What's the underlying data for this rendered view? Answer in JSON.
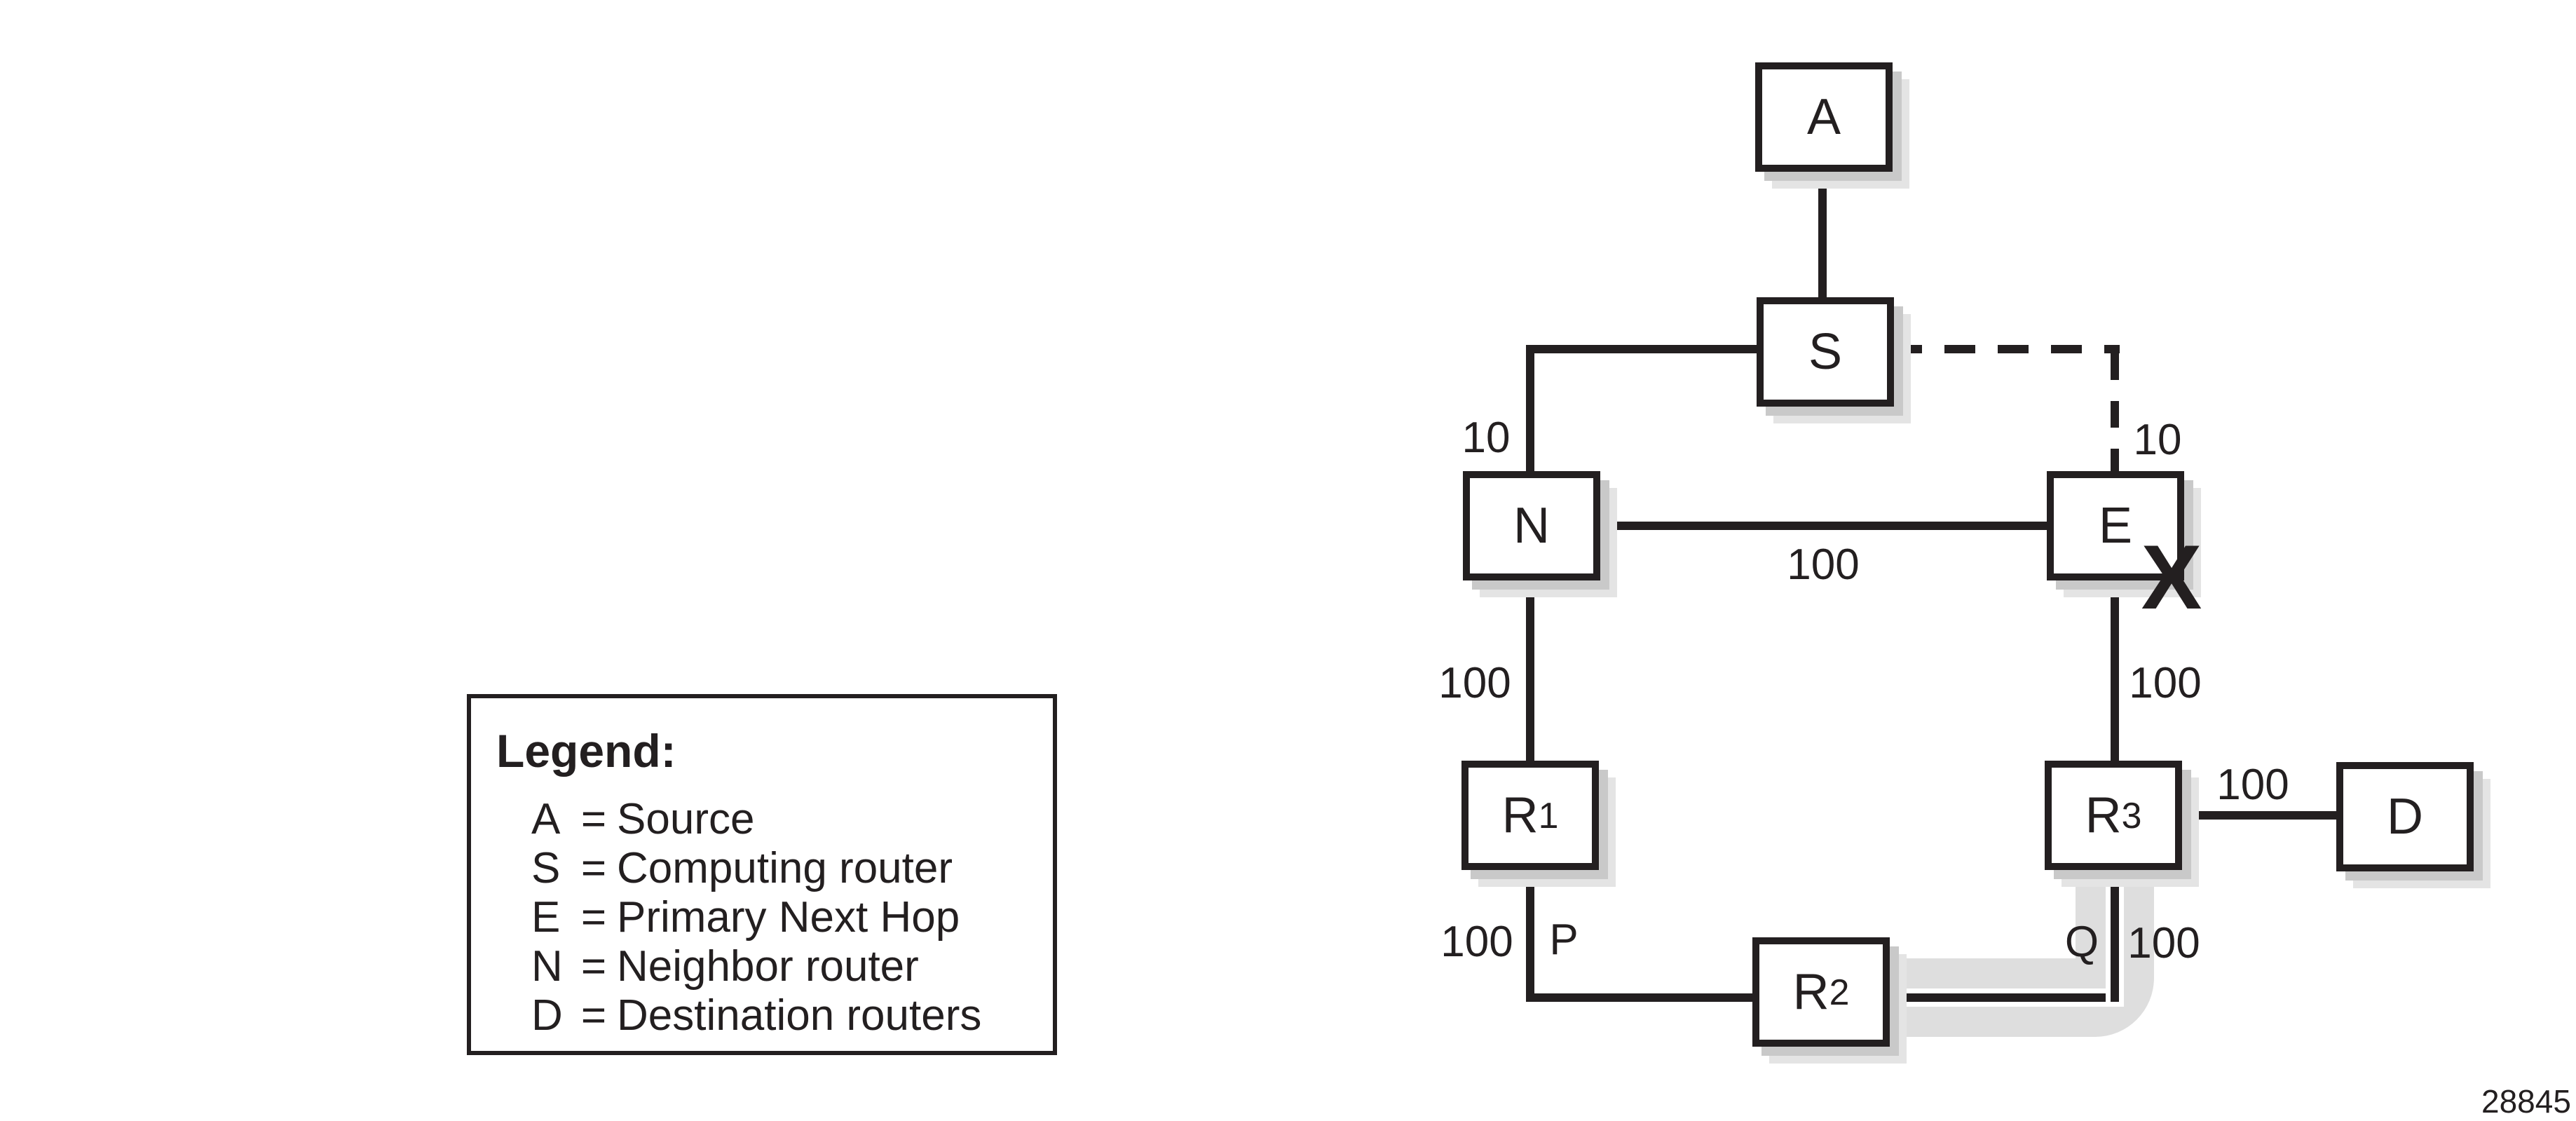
{
  "figure": {
    "number": "28845",
    "colors": {
      "ink": "#231f20",
      "background": "#ffffff",
      "shadow_inner": "#c9c9c9",
      "shadow_outer": "#e4e4e4",
      "highlight_band": "#dedede"
    }
  },
  "legend": {
    "title": "Legend:",
    "entries": [
      {
        "key": "A",
        "eq": "=",
        "value": "Source"
      },
      {
        "key": "S",
        "eq": "=",
        "value": "Computing router"
      },
      {
        "key": "E",
        "eq": "=",
        "value": "Primary Next Hop"
      },
      {
        "key": "N",
        "eq": "=",
        "value": "Neighbor router"
      },
      {
        "key": "D",
        "eq": "=",
        "value": "Destination routers"
      }
    ]
  },
  "nodes": {
    "A": {
      "label": "A",
      "sub": ""
    },
    "S": {
      "label": "S",
      "sub": ""
    },
    "N": {
      "label": "N",
      "sub": ""
    },
    "E": {
      "label": "E",
      "sub": ""
    },
    "R1": {
      "label": "R",
      "sub": "1"
    },
    "R2": {
      "label": "R",
      "sub": "2"
    },
    "R3": {
      "label": "R",
      "sub": "3"
    },
    "D": {
      "label": "D",
      "sub": ""
    }
  },
  "labels": {
    "s_n_cost": "10",
    "s_e_cost": "10",
    "n_e_cost": "100",
    "n_r1_cost": "100",
    "e_r3_cost": "100",
    "r1_r2_cost": "100",
    "p_port": "P",
    "q_port": "Q",
    "r2_r3_cost": "100",
    "r3_d_cost": "100"
  },
  "failure": {
    "mark": "X",
    "at": "E"
  },
  "edges": [
    {
      "from": "A",
      "to": "S",
      "cost": "",
      "style": "solid"
    },
    {
      "from": "S",
      "to": "N",
      "cost": "10",
      "style": "solid"
    },
    {
      "from": "S",
      "to": "E",
      "cost": "10",
      "style": "dashed"
    },
    {
      "from": "N",
      "to": "E",
      "cost": "100",
      "style": "solid"
    },
    {
      "from": "N",
      "to": "R1",
      "cost": "100",
      "style": "solid"
    },
    {
      "from": "R1",
      "to": "R2",
      "cost": "100",
      "style": "solid",
      "port": "P"
    },
    {
      "from": "R2",
      "to": "R3",
      "cost": "100",
      "style": "solid",
      "port": "Q",
      "highlighted": true
    },
    {
      "from": "E",
      "to": "R3",
      "cost": "100",
      "style": "solid"
    },
    {
      "from": "R3",
      "to": "D",
      "cost": "100",
      "style": "solid"
    }
  ]
}
